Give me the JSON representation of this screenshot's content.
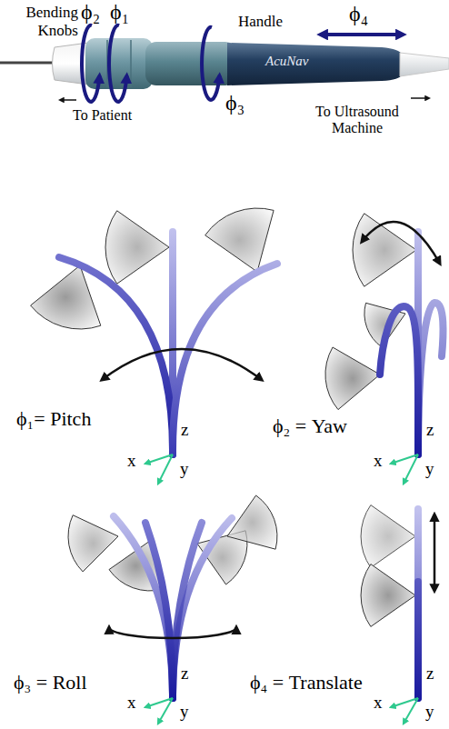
{
  "diagram": {
    "labels": [
      "Bending Knobs",
      "ϕ₂",
      "ϕ₁",
      "Handle",
      "ϕ₄",
      "To Patient",
      "To Ultrasound Machine",
      "ϕ₃",
      "AcuNav",
      "ϕ₁= Pitch",
      "x",
      "y",
      "z",
      "ϕ₂ = Yaw",
      "x",
      "y",
      "z",
      "ϕ₃ = Roll",
      "x",
      "y",
      "z",
      "ϕ₄ = Translate",
      "x",
      "y",
      "z"
    ]
  }
}
